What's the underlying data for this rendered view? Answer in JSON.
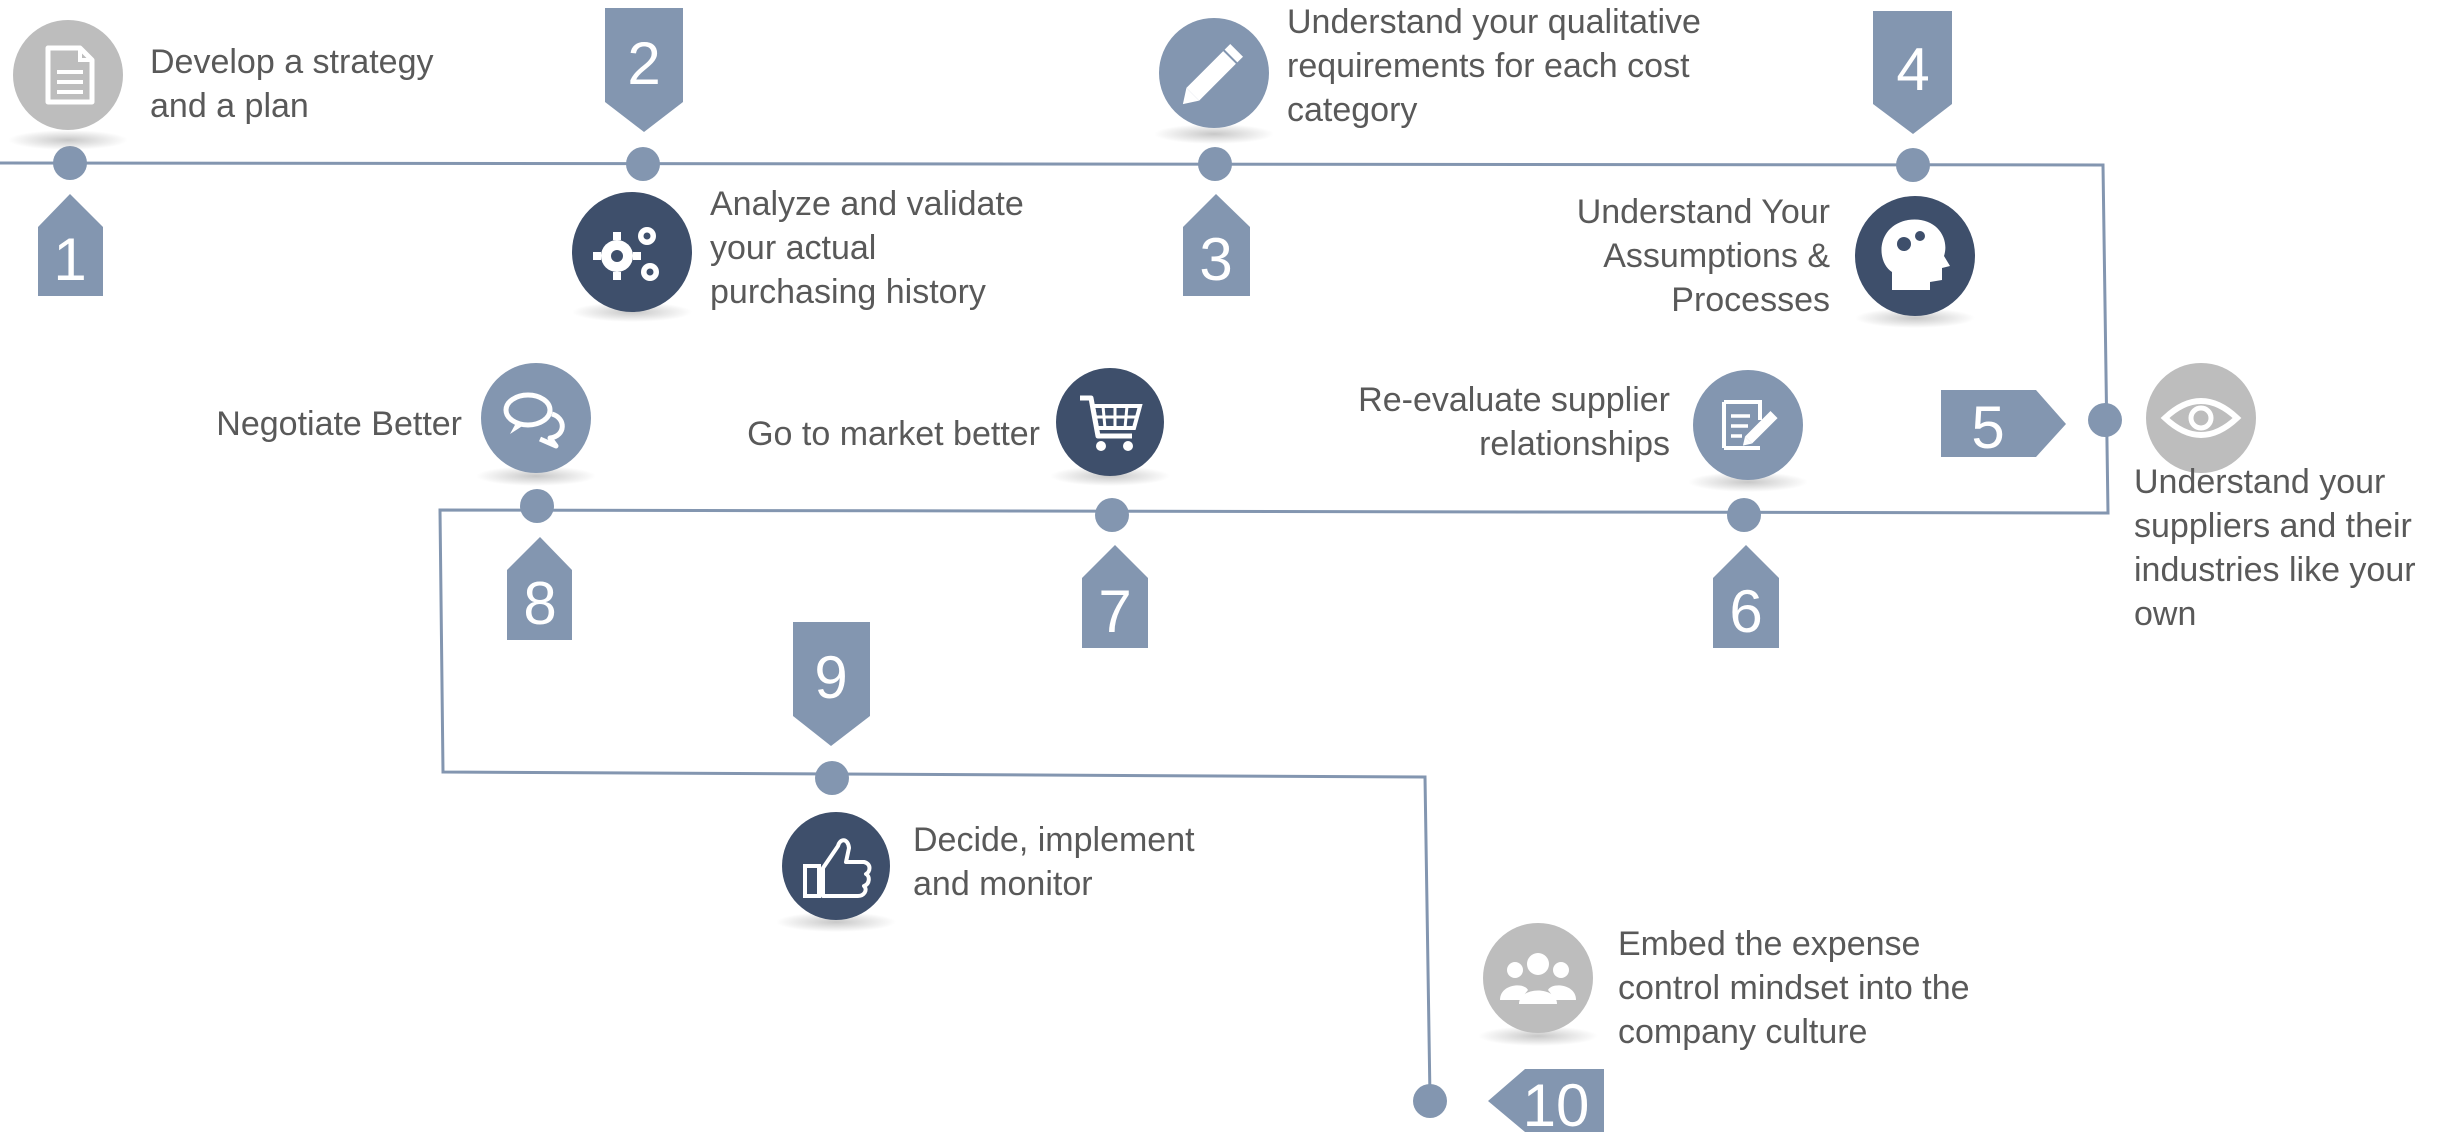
{
  "colors": {
    "line": "#8396b0",
    "marker": "#8396b0",
    "dark_icon": "#3e4f6b",
    "mid_icon": "#8396b0",
    "light_icon": "#bdbdbd",
    "text": "#595959"
  },
  "steps": [
    {
      "number": "1",
      "label_lines": [
        "Develop a strategy",
        "and a plan"
      ],
      "icon": "document-icon"
    },
    {
      "number": "2",
      "label_lines": [
        "Analyze and validate",
        "your actual",
        "purchasing history"
      ],
      "icon": "gears-icon"
    },
    {
      "number": "3",
      "label_lines": [
        "Understand your qualitative",
        "requirements for each cost",
        "category"
      ],
      "icon": "pencil-icon"
    },
    {
      "number": "4",
      "label_lines": [
        "Understand Your",
        "Assumptions &",
        "Processes"
      ],
      "icon": "head-gears-icon"
    },
    {
      "number": "5",
      "label_lines": [
        "Understand your",
        "suppliers and their",
        "industries like your",
        "own"
      ],
      "icon": "eye-icon"
    },
    {
      "number": "6",
      "label_lines": [
        "Re-evaluate supplier",
        "relationships"
      ],
      "icon": "contract-icon"
    },
    {
      "number": "7",
      "label_lines": [
        "Go to market better"
      ],
      "icon": "shopping-cart-icon"
    },
    {
      "number": "8",
      "label_lines": [
        "Negotiate Better"
      ],
      "icon": "chat-bubbles-icon"
    },
    {
      "number": "9",
      "label_lines": [
        "Decide, implement",
        "and monitor"
      ],
      "icon": "thumbs-up-icon"
    },
    {
      "number": "10",
      "label_lines": [
        "Embed the expense",
        "control mindset into the",
        "company culture"
      ],
      "icon": "people-group-icon"
    }
  ]
}
